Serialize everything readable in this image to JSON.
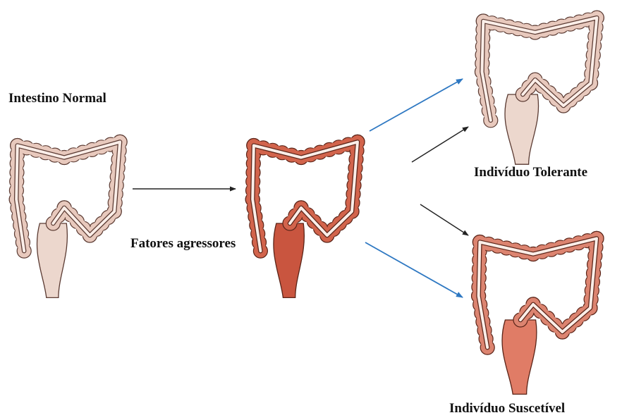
{
  "labels": {
    "normal": "Intestino Normal",
    "aggressors": "Fatores agressores",
    "tolerant": "Indivíduo Tolerante",
    "susceptible": "Indivíduo Suscetível"
  },
  "colors": {
    "normal_fill": "#e8c9bd",
    "normal_stroke": "#5a3a32",
    "inflamed_fill": "#d2644c",
    "inflamed_stroke": "#5a2418",
    "susceptible_fill": "#dc8470",
    "lumen": "#fbeee8",
    "arrow_black": "#222222",
    "arrow_blue": "#2e78c2"
  },
  "icons": {
    "normal": "colon-normal-icon",
    "inflamed": "colon-inflamed-icon",
    "tolerant": "colon-tolerant-icon",
    "susceptible": "colon-susceptible-icon"
  }
}
